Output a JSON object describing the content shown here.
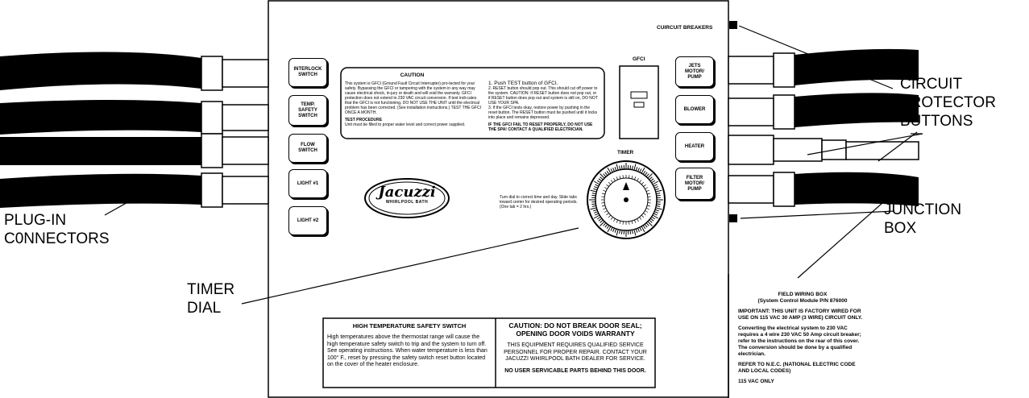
{
  "callouts": {
    "circuit_protector": [
      "CIRCUIT",
      "PROTECTOR",
      "BUTTONS"
    ],
    "junction_box": [
      "JUNCTION",
      "BOX"
    ],
    "plugin_connectors": [
      "PLUG-IN",
      "C0NNECTORS"
    ],
    "timer_dial": [
      "TIMER",
      "DIAL"
    ]
  },
  "panel_labels": {
    "circuit_breakers": "CUIRCUIT BREAKERS",
    "gfci": "GFCI",
    "timer": "TIMER"
  },
  "left_buttons": [
    [
      "INTERLOCK",
      "SWITCH"
    ],
    [
      "TEMP.",
      "SAFETY",
      "SWITCH"
    ],
    [
      "FLOW",
      "SWITCH"
    ],
    [
      "LIGHT #1"
    ],
    [
      "LIGHT #2"
    ]
  ],
  "right_buttons": [
    [
      "JETS",
      "MOTOR/",
      "PUMP"
    ],
    [
      "BLOWER"
    ],
    [
      "HEATER"
    ],
    [
      "FILTER",
      "MOTOR/",
      "PUMP"
    ]
  ],
  "caution_box": {
    "title": "CAUTION",
    "left_text": "This system is GFCI (Ground Fault Circuit Interrupter) pro-tected for your safety. Bypassing the GFCI or tampering with the system in any way may cause electrical shock, in-jury or death and will void the warranty. GFCI protection does not extend to 230 VAC circuit conversion. If test indi-cates that the GFCI is not functioning, DO NOT USE THE UNIT until the electrical problem has been corrected. (See installation instructions.) TEST THE GFCI ONCE A MONTH.",
    "test_heading": "TEST PROCEDURE",
    "test_text": "Unit must be filled to proper water level and correct power supplied.",
    "steps": [
      "1.  Push TEST button of GFCI.",
      "2.  RESET button should pop out. This should cut off power to the system. CAUTION: If RESET button does not pop out, or if RESET button does pop out and system is still on, DO NOT USE YOUR SPA.",
      "3.  If the GFCI tests okay, restore power by pushing in the reset button. The RESET button must be pushed until it locks into place and remains depressed."
    ],
    "warning": "IF THE GFCI FAIL TO RESET PROPERLY, DO NOT USE THE SPA! CONTACT A QUALIFIED ELECTRICIAN."
  },
  "logo": {
    "brand": "Jacuzzi",
    "sub": "WHIRLPOOL BATH"
  },
  "timer_note": "Turn dial to correct time and day. Slide tabs toward center for desired operating periods. (One tab = 2 hrs.)",
  "high_temp": {
    "title": "HIGH TEMPERATURE SAFETY SWITCH",
    "text": "High temperatures above the thermostat range will cause the high temperature safety switch to trip and the system to turn off. See operating instructions. When water temperature is less than 100° F., reset by pressing the safety switch reset button located on the cover of the heater enclosure."
  },
  "door_warning": {
    "title": "CAUTION: DO NOT BREAK DOOR SEAL; OPENING DOOR VOIDS WARRANTY",
    "text": "THIS EQUIPMENT REQUIRES QUALIFIED SERVICE PERSONNEL FOR PROPER REPAIR. CONTACT YOUR JACUZZI WHIRLPOOL BATH DEALER FOR SERVICE.",
    "footer": "NO USER SERVICABLE PARTS BEHIND THIS DOOR."
  },
  "field_wiring": {
    "title": "FIELD WIRING BOX",
    "subtitle": "(System Control Module P/N 876000",
    "important": "IMPORTANT: THIS UNIT IS FACTORY WIRED FOR USE ON 115 VAC 30 AMP (3 WIRE) CIRCUIT ONLY.",
    "convert": "Converting the electrical system to 230 VAC requires a 4 wire 230 VAC 50 Amp circuit breaker; refer to the instructions on the rear of this cover. The conversion should be done by a qualified electrician.",
    "refer": "REFER TO N.E.C. (NATIONAL ELECTRIC CODE AND LOCAL CODES)",
    "only": "115 VAC ONLY"
  }
}
